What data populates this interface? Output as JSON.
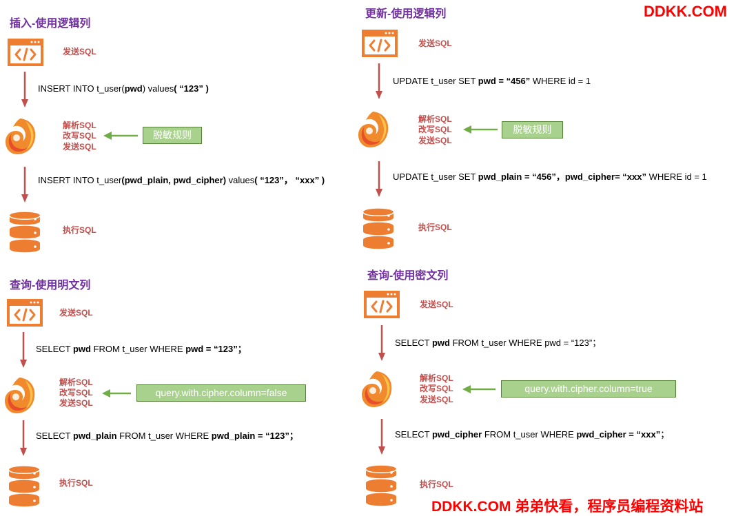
{
  "watermark_top": "DDKK.COM",
  "watermark_bottom": "DDKK.COM 弟弟快看，程序员编程资料站",
  "labels": {
    "send": "发送SQL",
    "parse": "解析SQL",
    "rewrite": "改写SQL",
    "exec": "执行SQL"
  },
  "colors": {
    "title": "#7030a0",
    "label": "#c0504d",
    "icon": "#ed7d31",
    "arrow": "#c0504d",
    "rule_fill": "#a9d18e",
    "rule_arrow": "#70ad47",
    "watermark": "#ff0000"
  },
  "panels": {
    "insert": {
      "title": "插入-使用逻辑列",
      "rule": "脱敏规则",
      "sql_before": [
        {
          "t": "INSERT INTO t_user(",
          "b": false
        },
        {
          "t": "pwd",
          "b": true
        },
        {
          "t": ") values",
          "b": false
        },
        {
          "t": "( “123” )",
          "b": true
        }
      ],
      "sql_after": [
        {
          "t": "INSERT INTO t_user",
          "b": false
        },
        {
          "t": "(pwd_plain, pwd_cipher)",
          "b": true
        },
        {
          "t": " values",
          "b": false
        },
        {
          "t": "( “123”， “xxx” )",
          "b": true
        }
      ]
    },
    "update": {
      "title": "更新-使用逻辑列",
      "rule": "脱敏规则",
      "sql_before": [
        {
          "t": "UPDATE t_user SET ",
          "b": false
        },
        {
          "t": "pwd = “456”",
          "b": true
        },
        {
          "t": " WHERE id = 1",
          "b": false
        }
      ],
      "sql_after": [
        {
          "t": "UPDATE t_user SET ",
          "b": false
        },
        {
          "t": "pwd_plain = “456”，pwd_cipher= “xxx”",
          "b": true
        },
        {
          "t": "  WHERE id = 1",
          "b": false
        }
      ]
    },
    "query_plain": {
      "title": "查询-使用明文列",
      "rule": "query.with.cipher.column=false",
      "sql_before": [
        {
          "t": "SELECT ",
          "b": false
        },
        {
          "t": "pwd",
          "b": true
        },
        {
          "t": " FROM t_user WHERE ",
          "b": false
        },
        {
          "t": "pwd = “123”；",
          "b": true
        }
      ],
      "sql_after": [
        {
          "t": "SELECT ",
          "b": false
        },
        {
          "t": "pwd_plain",
          "b": true
        },
        {
          "t": " FROM t_user WHERE ",
          "b": false
        },
        {
          "t": "pwd_plain = “123”；",
          "b": true
        }
      ]
    },
    "query_cipher": {
      "title": "查询-使用密文列",
      "rule": "query.with.cipher.column=true",
      "sql_before": [
        {
          "t": "SELECT ",
          "b": false
        },
        {
          "t": "pwd",
          "b": true
        },
        {
          "t": " FROM t_user WHERE pwd =  “123”；",
          "b": false
        }
      ],
      "sql_after": [
        {
          "t": "SELECT ",
          "b": false
        },
        {
          "t": "pwd_cipher",
          "b": true
        },
        {
          "t": " FROM t_user WHERE ",
          "b": false
        },
        {
          "t": "pwd_cipher = “xxx”",
          "b": true
        },
        {
          "t": "；",
          "b": false
        }
      ]
    }
  }
}
